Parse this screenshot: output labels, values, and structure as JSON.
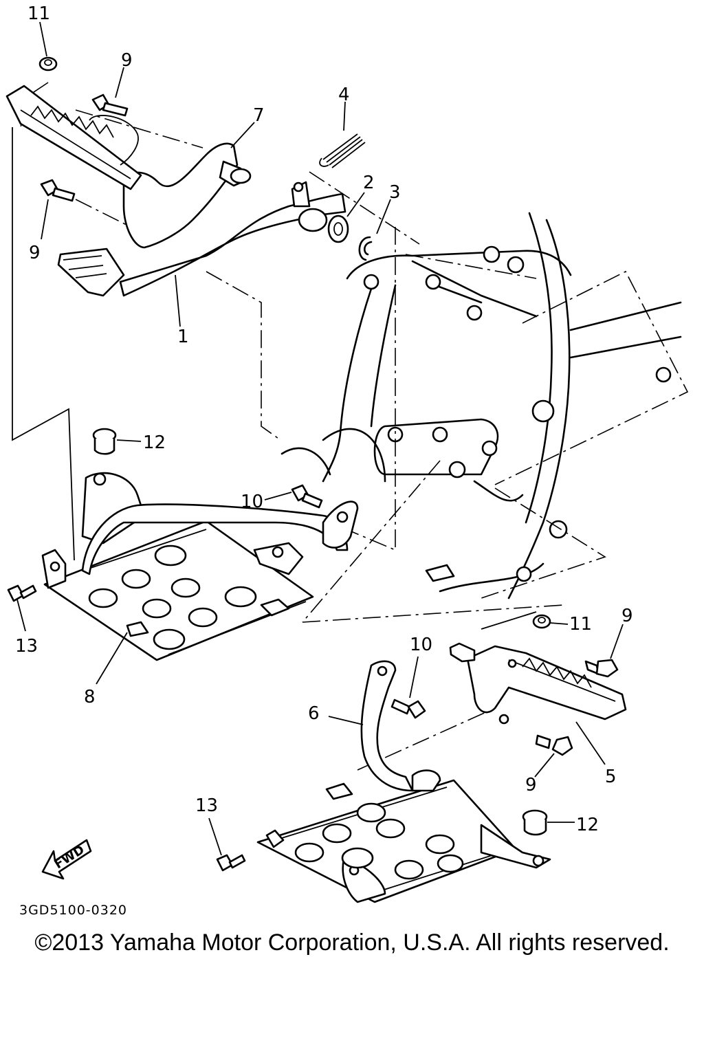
{
  "diagram_code": "3GD5100-0320",
  "copyright": "©2013 Yamaha Motor Corporation, U.S.A. All rights reserved.",
  "fwd_label": "FWD",
  "callouts": [
    {
      "id": "c11a",
      "label": "11"
    },
    {
      "id": "c9a",
      "label": "9"
    },
    {
      "id": "c7",
      "label": "7"
    },
    {
      "id": "c4",
      "label": "4"
    },
    {
      "id": "c2",
      "label": "2"
    },
    {
      "id": "c3",
      "label": "3"
    },
    {
      "id": "c9b",
      "label": "9"
    },
    {
      "id": "c1",
      "label": "1"
    },
    {
      "id": "c12a",
      "label": "12"
    },
    {
      "id": "c10a",
      "label": "10"
    },
    {
      "id": "c13a",
      "label": "13"
    },
    {
      "id": "c8",
      "label": "8"
    },
    {
      "id": "c10b",
      "label": "10"
    },
    {
      "id": "c11b",
      "label": "11"
    },
    {
      "id": "c9c",
      "label": "9"
    },
    {
      "id": "c6",
      "label": "6"
    },
    {
      "id": "c9d",
      "label": "9"
    },
    {
      "id": "c5",
      "label": "5"
    },
    {
      "id": "c13b",
      "label": "13"
    },
    {
      "id": "c12b",
      "label": "12"
    }
  ]
}
